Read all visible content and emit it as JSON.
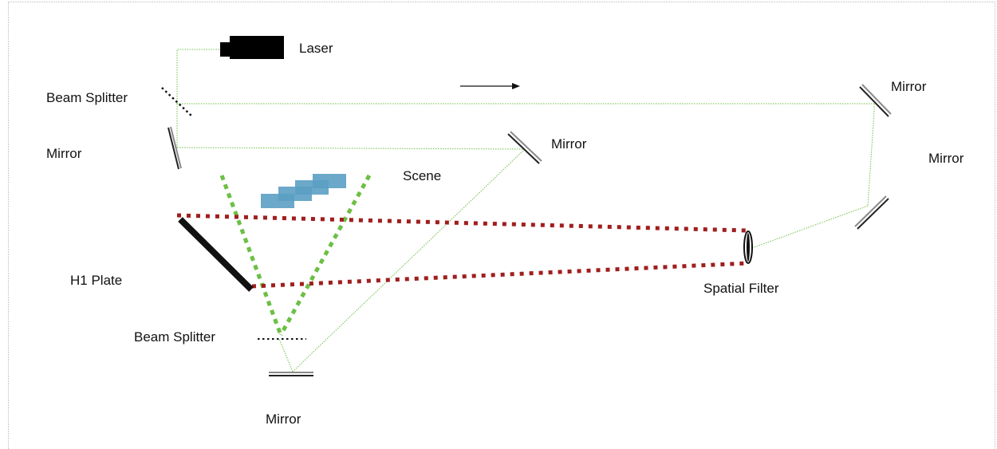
{
  "labels": {
    "laser": "Laser",
    "beam_splitter_top": "Beam Splitter",
    "mirror_left": "Mirror",
    "mirror_center_top": "Mirror",
    "mirror_top_right": "Mirror",
    "mirror_right": "Mirror",
    "scene": "Scene",
    "h1_plate": "H1 Plate",
    "spatial_filter": "Spatial Filter",
    "beam_splitter_bottom": "Beam Splitter",
    "mirror_bottom": "Mirror"
  },
  "colors": {
    "frame_border": "#9a9a9a",
    "beam_green": "#6fc04a",
    "object_beam_green": "#6cbf45",
    "reference_beam_red": "#a01e1e",
    "mirror_gray": "#7a7a7a",
    "plate_black": "#111111",
    "scene_blue": "#5b9fc3",
    "scene_blue_overlap": "#3f87ad"
  }
}
